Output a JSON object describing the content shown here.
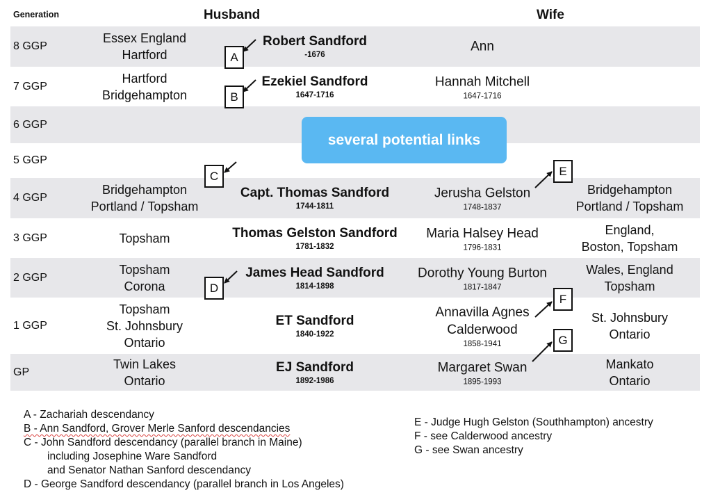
{
  "headers": {
    "generation": "Generation",
    "husband": "Husband",
    "wife": "Wife"
  },
  "rows": [
    {
      "gen": "8 GGP",
      "h_place": [
        "Essex England",
        "Hartford"
      ],
      "h_name": "Robert Sandford",
      "h_dates": "-1676",
      "w_name": [
        "Ann"
      ],
      "w_dates": "",
      "w_place": []
    },
    {
      "gen": "7 GGP",
      "h_place": [
        "Hartford",
        "Bridgehampton"
      ],
      "h_name": "Ezekiel Sandford",
      "h_dates": "1647-1716",
      "w_name": [
        "Hannah Mitchell"
      ],
      "w_dates": "1647-1716",
      "w_place": []
    },
    {
      "gen": "6 GGP",
      "h_place": [],
      "h_name": "",
      "h_dates": "",
      "w_name": [],
      "w_dates": "",
      "w_place": []
    },
    {
      "gen": "5 GGP",
      "h_place": [],
      "h_name": "",
      "h_dates": "",
      "w_name": [],
      "w_dates": "",
      "w_place": []
    },
    {
      "gen": "4 GGP",
      "h_place": [
        "Bridgehampton",
        "Portland / Topsham"
      ],
      "h_name": "Capt. Thomas Sandford",
      "h_dates": "1744-1811",
      "w_name": [
        "Jerusha Gelston"
      ],
      "w_dates": "1748-1837",
      "w_place": [
        "Bridgehampton",
        "Portland / Topsham"
      ]
    },
    {
      "gen": "3 GGP",
      "h_place": [
        "Topsham"
      ],
      "h_name": "Thomas Gelston Sandford",
      "h_dates": "1781-1832",
      "w_name": [
        "Maria Halsey Head"
      ],
      "w_dates": "1796-1831",
      "w_place": [
        "England,",
        "Boston, Topsham"
      ]
    },
    {
      "gen": "2 GGP",
      "h_place": [
        "Topsham",
        "Corona"
      ],
      "h_name": "James Head Sandford",
      "h_dates": "1814-1898",
      "w_name": [
        "Dorothy Young Burton"
      ],
      "w_dates": "1817-1847",
      "w_place": [
        "Wales, England",
        "Topsham"
      ]
    },
    {
      "gen": "1 GGP",
      "h_place": [
        "Topsham",
        "St. Johnsbury",
        "Ontario"
      ],
      "h_name": "ET Sandford",
      "h_dates": "1840-1922",
      "w_name": [
        "Annavilla Agnes",
        "Calderwood"
      ],
      "w_dates": "1858-1941",
      "w_place": [
        "St. Johnsbury",
        "Ontario"
      ]
    },
    {
      "gen": "GP",
      "h_place": [
        "Twin Lakes",
        "Ontario"
      ],
      "h_name": "EJ Sandford",
      "h_dates": "1892-1986",
      "w_name": [
        "Margaret Swan"
      ],
      "w_dates": "1895-1993",
      "w_place": [
        "Mankato",
        "Ontario"
      ]
    }
  ],
  "markers": [
    "A",
    "B",
    "C",
    "D",
    "E",
    "F",
    "G"
  ],
  "banner": "several potential links",
  "legend_left": [
    "A - Zachariah descendancy",
    "B - Ann Sandford, Grover Merle Sanford descendancies",
    "C - John Sandford descendancy (parallel branch in Maine)",
    "including Josephine Ware Sandford",
    "and Senator Nathan Sanford descendancy",
    "D - George Sandford descendancy (parallel branch in Los Angeles)"
  ],
  "legend_right": [
    "E - Judge Hugh Gelston (Southhampton) ancestry",
    "F - see Calderwood ancestry",
    "G - see Swan ancestry"
  ]
}
